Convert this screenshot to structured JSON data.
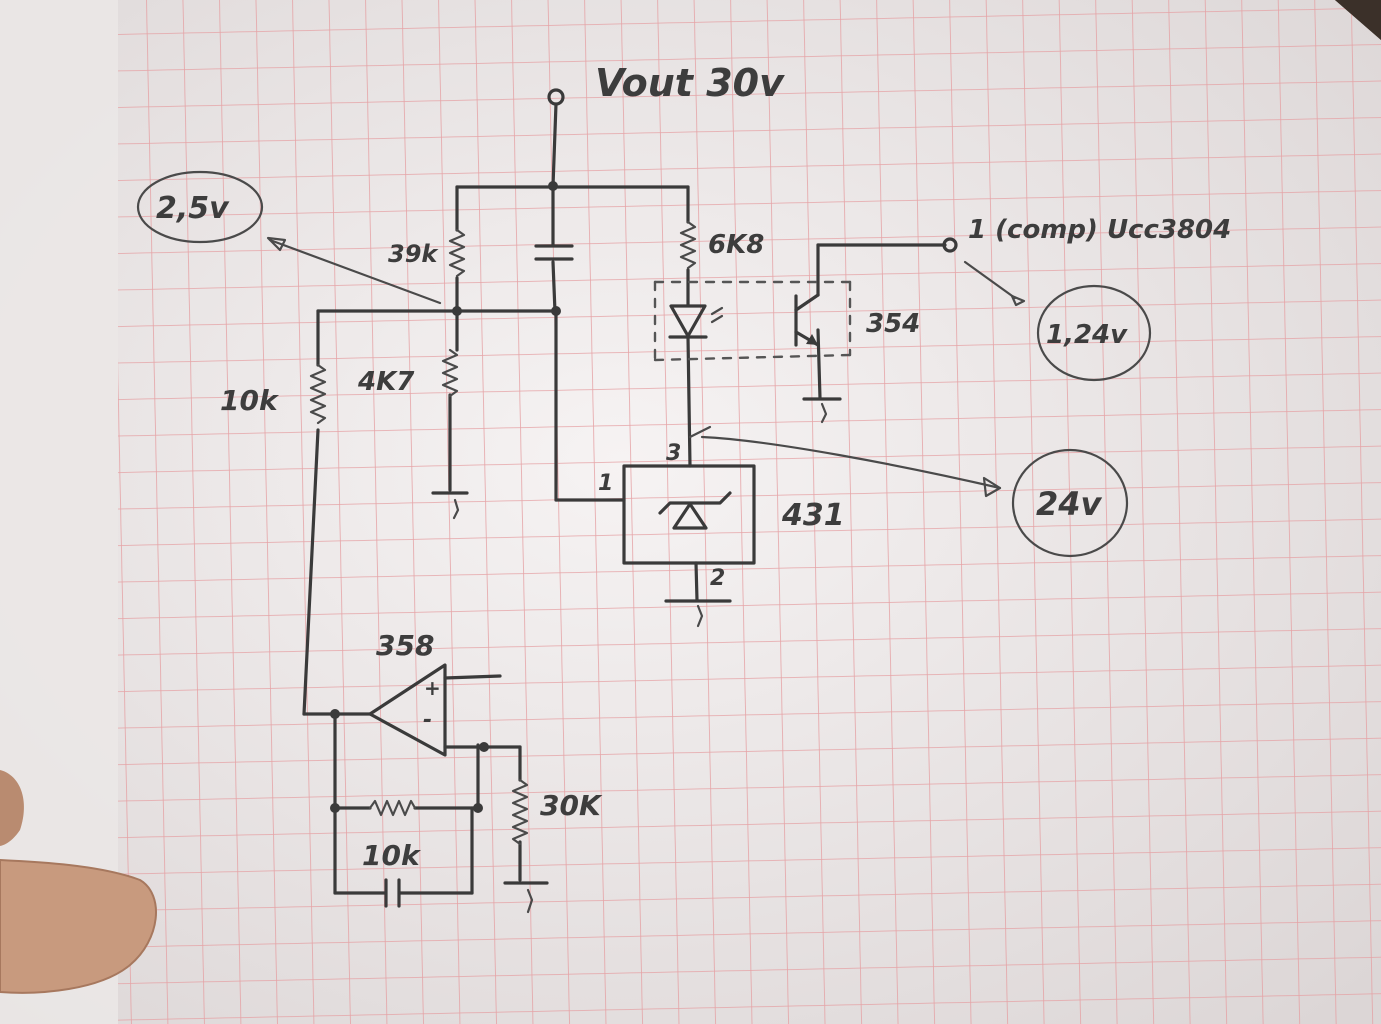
{
  "labels": {
    "vout": "Vout 30v",
    "r39k": "39k",
    "r4k7": "4K7",
    "r10k_left": "10k",
    "r6k8": "6K8",
    "opto_num": "354",
    "comp": "1 (comp) Ucc3804",
    "ic431": "431",
    "pin1": "1",
    "pin2": "2",
    "pin3": "3",
    "opamp": "358",
    "r30k": "30K",
    "r10k_bottom": "10k",
    "opamp_plus": "+",
    "opamp_minus": "-",
    "node_2v5": "2,5v",
    "node_1v24": "1,24v",
    "node_24v": "24v"
  },
  "colors": {
    "paper": "#f2eeee",
    "grid": "#e7a4a6",
    "ink": "#3a3a3a",
    "skin": "#c89a7e"
  }
}
